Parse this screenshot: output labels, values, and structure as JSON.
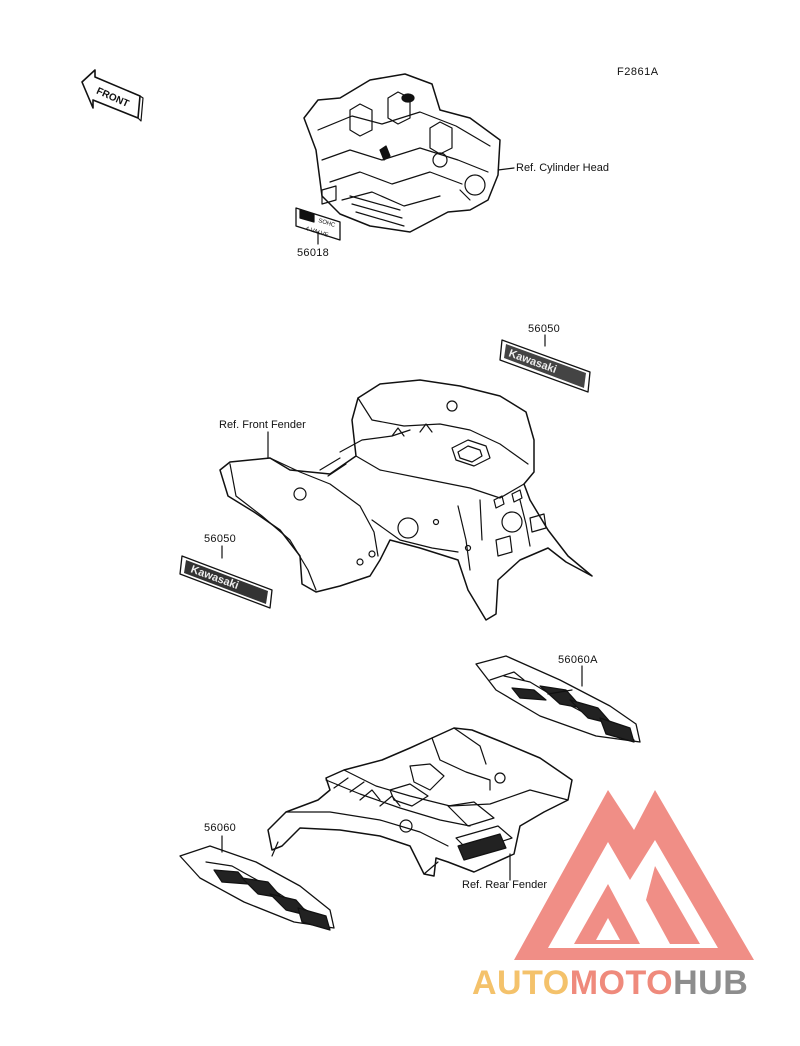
{
  "figure_code": "F2861A",
  "front_arrow_label": "FRONT",
  "parts": {
    "decal_56018": {
      "number": "56018",
      "text_line1": "SOHC",
      "text_line2": "4-VALVE"
    },
    "emblem_56050_upper": {
      "number": "56050",
      "text": "Kawasaki"
    },
    "emblem_56050_lower": {
      "number": "56050",
      "text": "Kawasaki"
    },
    "decal_56060A": {
      "number": "56060A"
    },
    "decal_56060": {
      "number": "56060"
    }
  },
  "references": {
    "cylinder_head": "Ref. Cylinder Head",
    "front_fender": "Ref. Front Fender",
    "rear_fender": "Ref. Rear Fender"
  },
  "watermark": {
    "part1": "AUTO",
    "part2": "MOTO",
    "part3": "HUB",
    "colors": {
      "triangle": "#f08e86",
      "auto": "#f4c26b",
      "moto": "#ef8a7c",
      "hub": "#8d8d8d"
    }
  }
}
